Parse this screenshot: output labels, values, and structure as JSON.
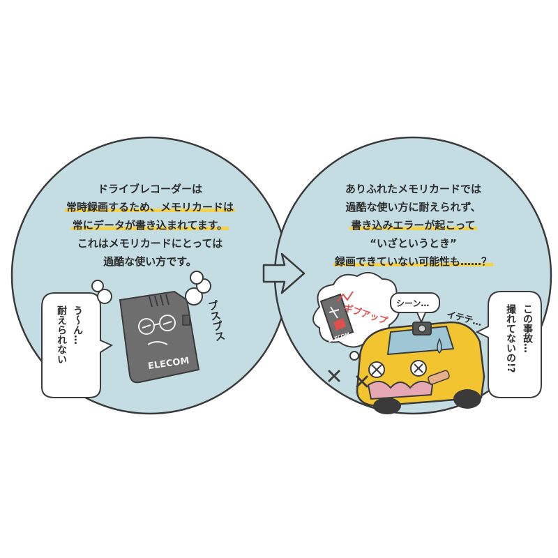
{
  "left_bubble": {
    "lines": [
      {
        "text": "ドライブレコーダーは",
        "highlight": false
      },
      {
        "text": "常時録画するため、メモリカードは",
        "highlight": true
      },
      {
        "text": "常にデータが書き込まれてます。",
        "highlight": true
      },
      {
        "text": "これはメモリカードにとっては",
        "highlight": false
      },
      {
        "text": "過酷な使い方です。",
        "highlight": false
      }
    ],
    "card_speech": [
      "う〜ん…",
      "耐えられない"
    ],
    "sound_effect": "プスプス",
    "card_brand": "ELECOM"
  },
  "right_bubble": {
    "lines": [
      {
        "text": "ありふれたメモリカードでは",
        "highlight": false
      },
      {
        "text": "過酷な使い方に耐えられず、",
        "highlight": false
      },
      {
        "text": "書き込みエラーが起こって",
        "highlight": true
      },
      {
        "text": "“いざというとき”",
        "highlight": false
      },
      {
        "text": "録画できていない可能性も……？",
        "highlight": true
      }
    ],
    "recorder_speech": "シーン…",
    "car_cry": "イテテ…",
    "giveup_text": "ギブアップ",
    "driver_speech": [
      "この事故…",
      "撮れてないの!?"
    ],
    "card_brand": "ELECOM"
  },
  "colors": {
    "bubble_fill": "#c3dde3",
    "outline": "#3a3a3a",
    "highlight": "#f4d24a",
    "car_yellow": "#f2c530",
    "card_gray": "#6e6e6e",
    "accent_red": "#e0504a"
  }
}
